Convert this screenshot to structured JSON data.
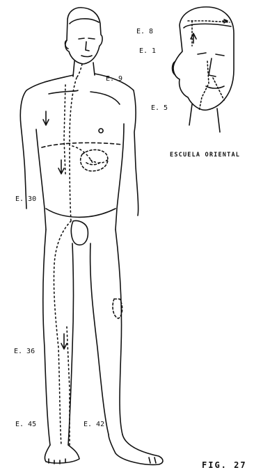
{
  "caption": "ESCUELA ORIENTAL",
  "figure_label": "FIG. 27",
  "points": {
    "e8": "E. 8",
    "e1": "E. 1",
    "e5": "E. 5",
    "e9": "E. 9",
    "e30": "E. 30",
    "e36": "E. 36",
    "e45": "E. 45",
    "e42": "E. 42"
  },
  "colors": {
    "ink": "#111111",
    "paper": "#ffffff"
  }
}
